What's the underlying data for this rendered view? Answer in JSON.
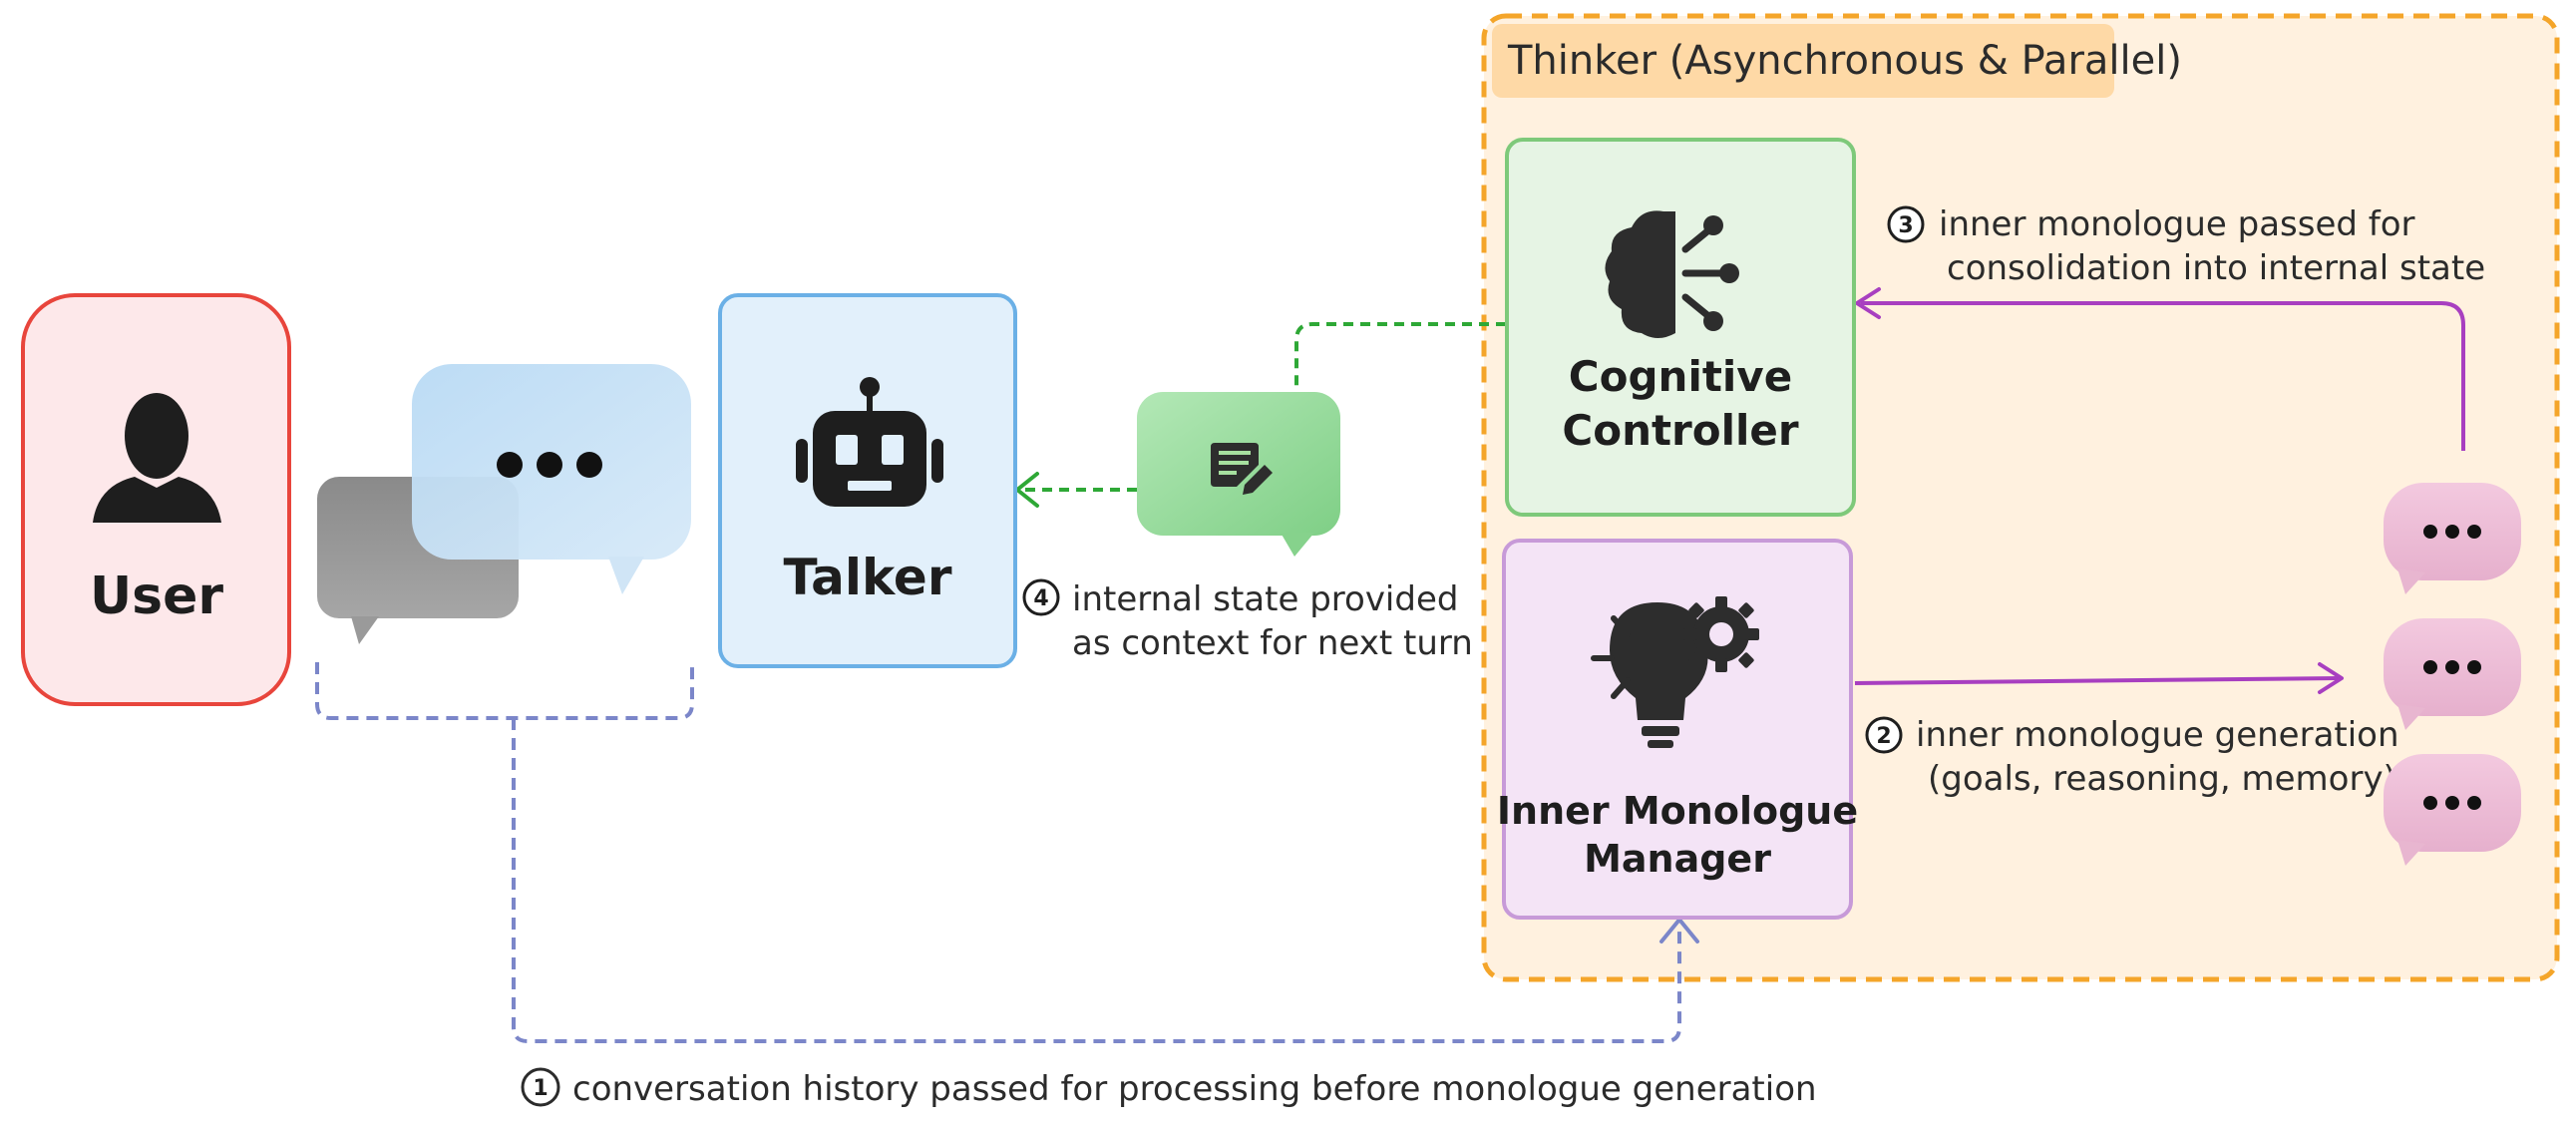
{
  "thinker": {
    "title": "Thinker (Asynchronous & Parallel)"
  },
  "nodes": {
    "user": {
      "label": "User"
    },
    "talker": {
      "label": "Talker"
    },
    "cognitive_controller": {
      "line1": "Cognitive",
      "line2": "Controller"
    },
    "inner_monologue_manager": {
      "line1": "Inner Monologue",
      "line2": "Manager"
    }
  },
  "steps": {
    "s1": {
      "num": "1",
      "text": "conversation history passed for processing before monologue generation"
    },
    "s2": {
      "num": "2",
      "line1": "inner monologue generation",
      "line2": "(goals, reasoning, memory)"
    },
    "s3": {
      "num": "3",
      "line1": "inner monologue passed for",
      "line2": "consolidation into internal state"
    },
    "s4": {
      "num": "4",
      "line1": "internal state provided",
      "line2": "as context for next turn"
    }
  },
  "colors": {
    "user": "#e8453c",
    "talker": "#6bb0e6",
    "controller": "#7ec97a",
    "manager": "#c79ad8",
    "thinker": "#f4a52a",
    "flow_blue": "#7b86c9",
    "flow_green": "#2ea836",
    "flow_purple": "#a83fc0"
  },
  "icons": [
    "user-silhouette-icon",
    "chat-bubbles-icon",
    "robot-icon",
    "document-edit-icon",
    "brain-network-icon",
    "lightbulb-gear-icon",
    "ellipsis-bubble-icon"
  ]
}
